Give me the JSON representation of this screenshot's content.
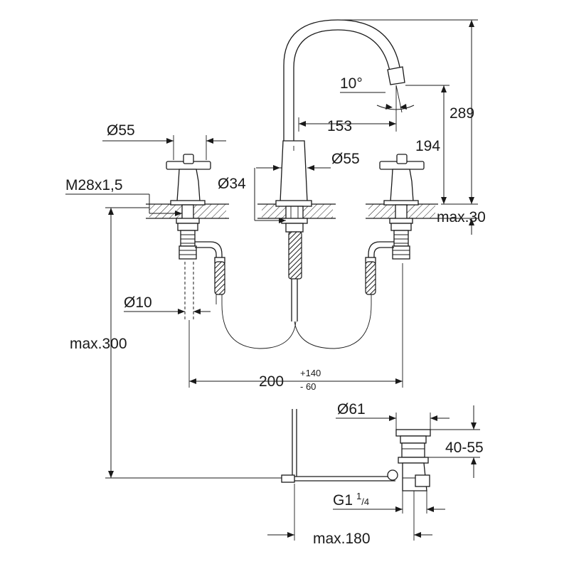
{
  "dimensions": {
    "phi55_left": "Ø55",
    "phi55_right": "Ø55",
    "phi34": "Ø34",
    "thread": "M28x1,5",
    "angle": "10°",
    "reach": "153",
    "height_289": "289",
    "height_194": "194",
    "max30": "max.30",
    "phi10": "Ø10",
    "max300": "max.300",
    "spacing": "200",
    "tol_plus": "+140",
    "tol_minus": "- 60",
    "phi61": "Ø61",
    "range_40_55": "40-55",
    "thread_g_prefix": "G1",
    "thread_g_num": "1",
    "thread_g_den": "/4",
    "max180": "max.180"
  }
}
